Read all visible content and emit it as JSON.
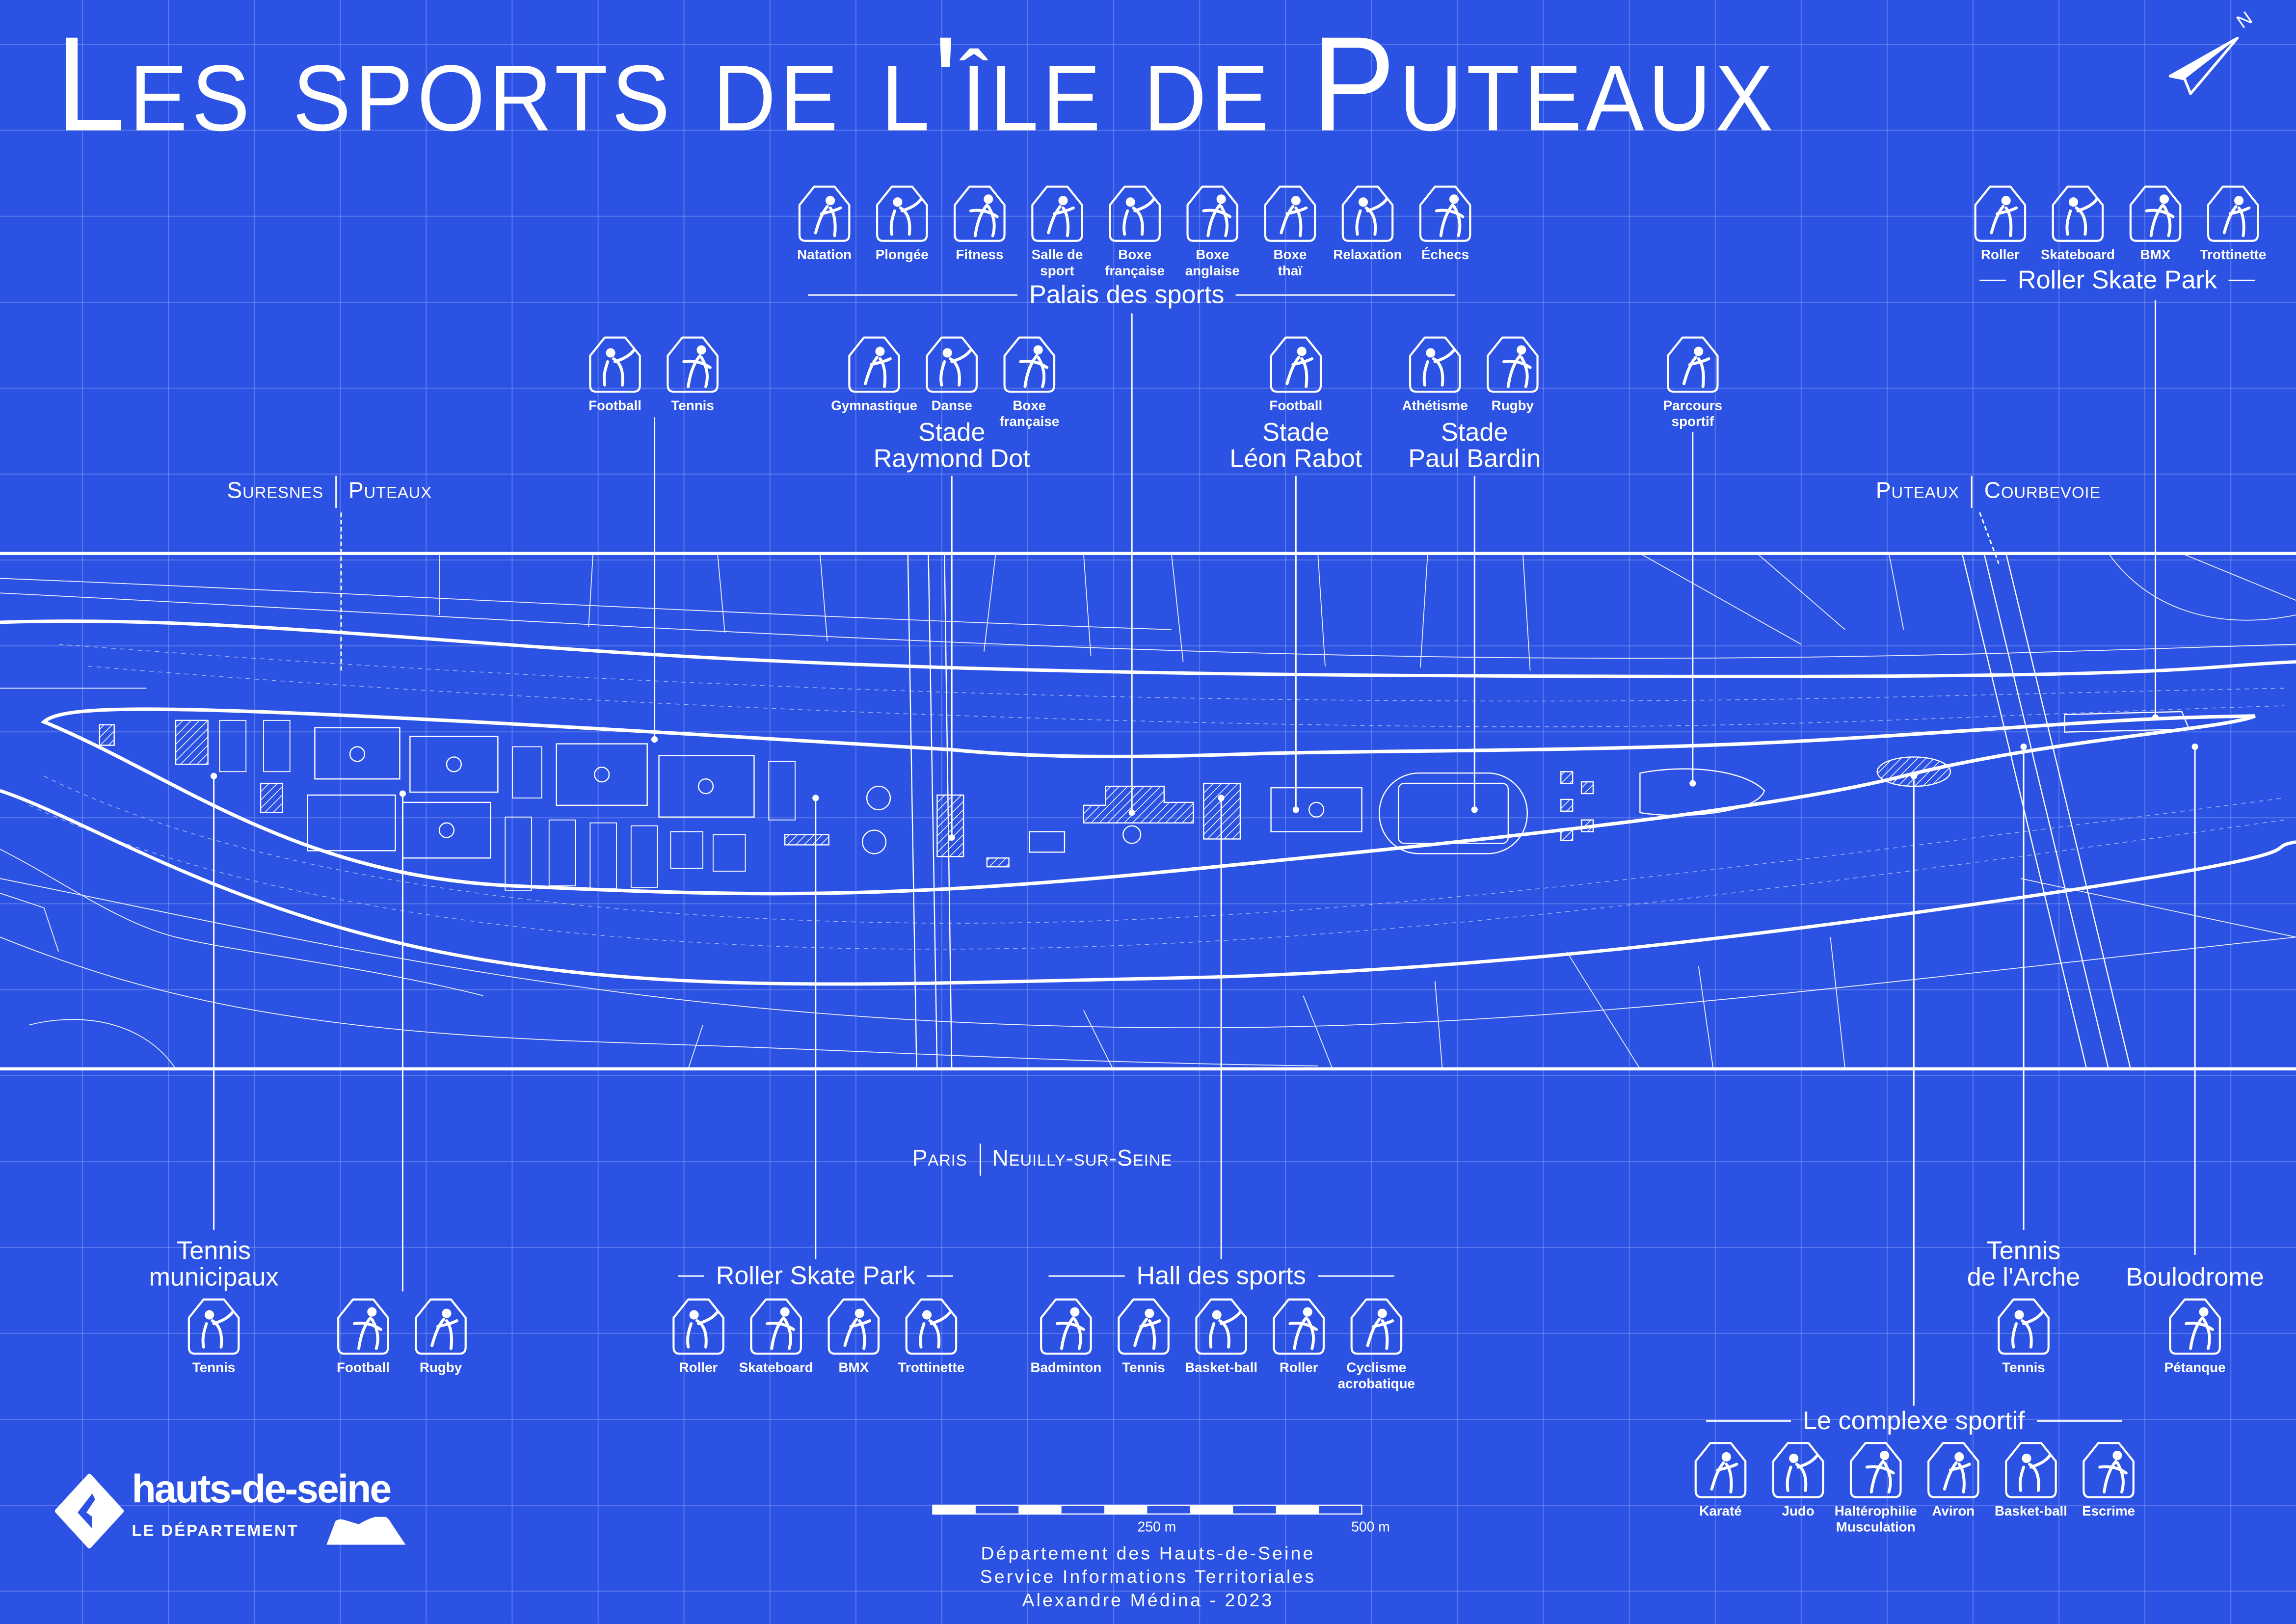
{
  "title": "Les sports de l'île de Puteaux",
  "compass": {
    "label": "N",
    "icon": "north-arrow-icon"
  },
  "communes": {
    "top_left": [
      "Suresnes",
      "Puteaux"
    ],
    "top_right": [
      "Puteaux",
      "Courbevoie"
    ],
    "bottom": [
      "Paris",
      "Neuilly-sur-Seine"
    ]
  },
  "palais_des_sports": {
    "label": "Palais des sports",
    "sports": [
      {
        "label": "Natation",
        "icon": "swimming-icon"
      },
      {
        "label": "Plongée",
        "icon": "diving-icon"
      },
      {
        "label": "Fitness",
        "icon": "fitness-icon"
      },
      {
        "label": "Salle de\nsport",
        "icon": "gym-icon"
      },
      {
        "label": "Boxe\nfrançaise",
        "icon": "savate-icon"
      },
      {
        "label": "Boxe\nanglaise",
        "icon": "boxing-icon"
      },
      {
        "label": "Boxe\nthaï",
        "icon": "muay-thai-icon"
      },
      {
        "label": "Relaxation",
        "icon": "relaxation-icon"
      },
      {
        "label": "Échecs",
        "icon": "chess-icon"
      }
    ]
  },
  "roller_top": {
    "label": "Roller Skate Park",
    "sports": [
      {
        "label": "Roller",
        "icon": "roller-icon"
      },
      {
        "label": "Skateboard",
        "icon": "skateboard-icon"
      },
      {
        "label": "BMX",
        "icon": "bmx-icon"
      },
      {
        "label": "Trottinette",
        "icon": "scooter-icon"
      }
    ]
  },
  "football_tennis_top": {
    "sports": [
      {
        "label": "Football",
        "icon": "football-icon"
      },
      {
        "label": "Tennis",
        "icon": "tennis-icon"
      }
    ]
  },
  "stade_raymond_dot": {
    "label": "Stade\nRaymond Dot",
    "sports": [
      {
        "label": "Gymnastique",
        "icon": "gymnastics-icon"
      },
      {
        "label": "Danse",
        "icon": "dance-icon"
      },
      {
        "label": "Boxe\nfrançaise",
        "icon": "savate-icon"
      }
    ]
  },
  "stade_leon_rabot": {
    "label": "Stade\nLéon Rabot",
    "sports": [
      {
        "label": "Football",
        "icon": "football-icon"
      }
    ]
  },
  "stade_paul_bardin": {
    "label": "Stade\nPaul Bardin",
    "sports": [
      {
        "label": "Athétisme",
        "icon": "athletics-icon"
      },
      {
        "label": "Rugby",
        "icon": "rugby-icon"
      }
    ]
  },
  "parcours": {
    "sports": [
      {
        "label": "Parcours\nsportif",
        "icon": "fitness-trail-icon"
      }
    ]
  },
  "tennis_municipaux": {
    "label": "Tennis\nmunicipaux",
    "sports": [
      {
        "label": "Tennis",
        "icon": "tennis-icon"
      }
    ]
  },
  "football_rugby_bottom": {
    "sports": [
      {
        "label": "Football",
        "icon": "football-icon"
      },
      {
        "label": "Rugby",
        "icon": "rugby-icon"
      }
    ]
  },
  "roller_bottom": {
    "label": "Roller Skate Park",
    "sports": [
      {
        "label": "Roller",
        "icon": "roller-icon"
      },
      {
        "label": "Skateboard",
        "icon": "skateboard-icon"
      },
      {
        "label": "BMX",
        "icon": "bmx-icon"
      },
      {
        "label": "Trottinette",
        "icon": "scooter-icon"
      }
    ]
  },
  "hall_des_sports": {
    "label": "Hall des sports",
    "sports": [
      {
        "label": "Badminton",
        "icon": "badminton-icon"
      },
      {
        "label": "Tennis",
        "icon": "tennis-icon"
      },
      {
        "label": "Basket-ball",
        "icon": "basketball-icon"
      },
      {
        "label": "Roller",
        "icon": "roller-icon"
      },
      {
        "label": "Cyclisme\nacrobatique",
        "icon": "acrobatic-cycling-icon"
      }
    ]
  },
  "tennis_arche": {
    "label": "Tennis\nde l'Arche",
    "sports": [
      {
        "label": "Tennis",
        "icon": "tennis-icon"
      }
    ]
  },
  "boulodrome": {
    "label": "Boulodrome",
    "sports": [
      {
        "label": "Pétanque",
        "icon": "petanque-icon"
      }
    ]
  },
  "complexe_sportif": {
    "label": "Le complexe sportif",
    "sports": [
      {
        "label": "Karaté",
        "icon": "karate-icon"
      },
      {
        "label": "Judo",
        "icon": "judo-icon"
      },
      {
        "label": "Haltérophilie\nMusculation",
        "icon": "weightlifting-icon"
      },
      {
        "label": "Aviron",
        "icon": "rowing-icon"
      },
      {
        "label": "Basket-ball",
        "icon": "basketball-icon"
      },
      {
        "label": "Escrime",
        "icon": "fencing-icon"
      }
    ]
  },
  "scale": {
    "mid": "250 m",
    "end": "500 m"
  },
  "credits": [
    "Département des Hauts-de-Seine",
    "Service Informations Territoriales",
    "Alexandre Médina - 2023"
  ],
  "logo": {
    "name": "hauts-de-seine",
    "subtitle": "LE DÉPARTEMENT"
  },
  "colors": {
    "background": "#2c52e3",
    "foreground": "#ffffff"
  }
}
